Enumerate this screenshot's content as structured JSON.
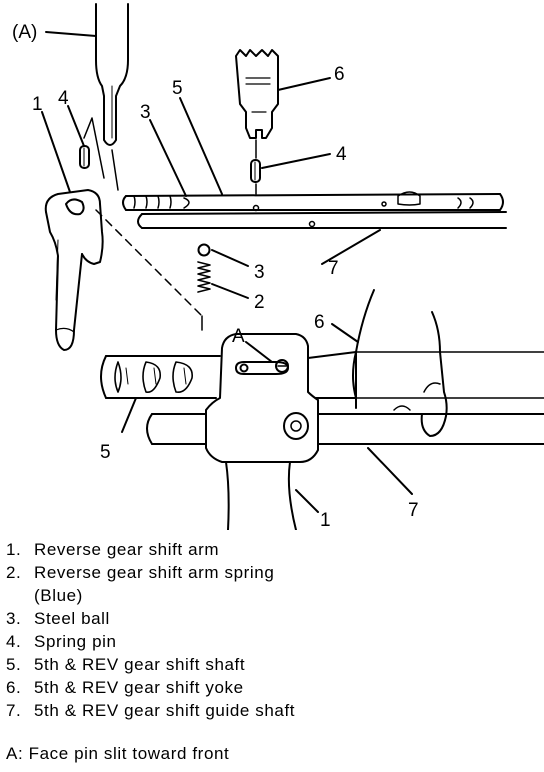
{
  "diagram": {
    "callouts": {
      "tool": "(A)",
      "top_1": "1",
      "top_4a": "4",
      "top_3": "3",
      "top_5": "5",
      "top_6": "6",
      "top_4b": "4",
      "top_7": "7",
      "spring_3": "3",
      "spring_2": "2",
      "pin_A": "A",
      "bottom_6": "6",
      "bottom_5": "5",
      "bottom_7": "7",
      "bottom_1": "1"
    }
  },
  "legend": [
    {
      "num": "1.",
      "text": "Reverse gear shift arm"
    },
    {
      "num": "2.",
      "text": "Reverse gear shift arm spring",
      "cont": "(Blue)"
    },
    {
      "num": "3.",
      "text": "Steel ball"
    },
    {
      "num": "4.",
      "text": "Spring pin"
    },
    {
      "num": "5.",
      "text": "5th & REV gear shift shaft"
    },
    {
      "num": "6.",
      "text": "5th & REV gear shift yoke"
    },
    {
      "num": "7.",
      "text": "5th & REV gear shift guide shaft"
    }
  ],
  "note": "A: Face pin slit toward front"
}
